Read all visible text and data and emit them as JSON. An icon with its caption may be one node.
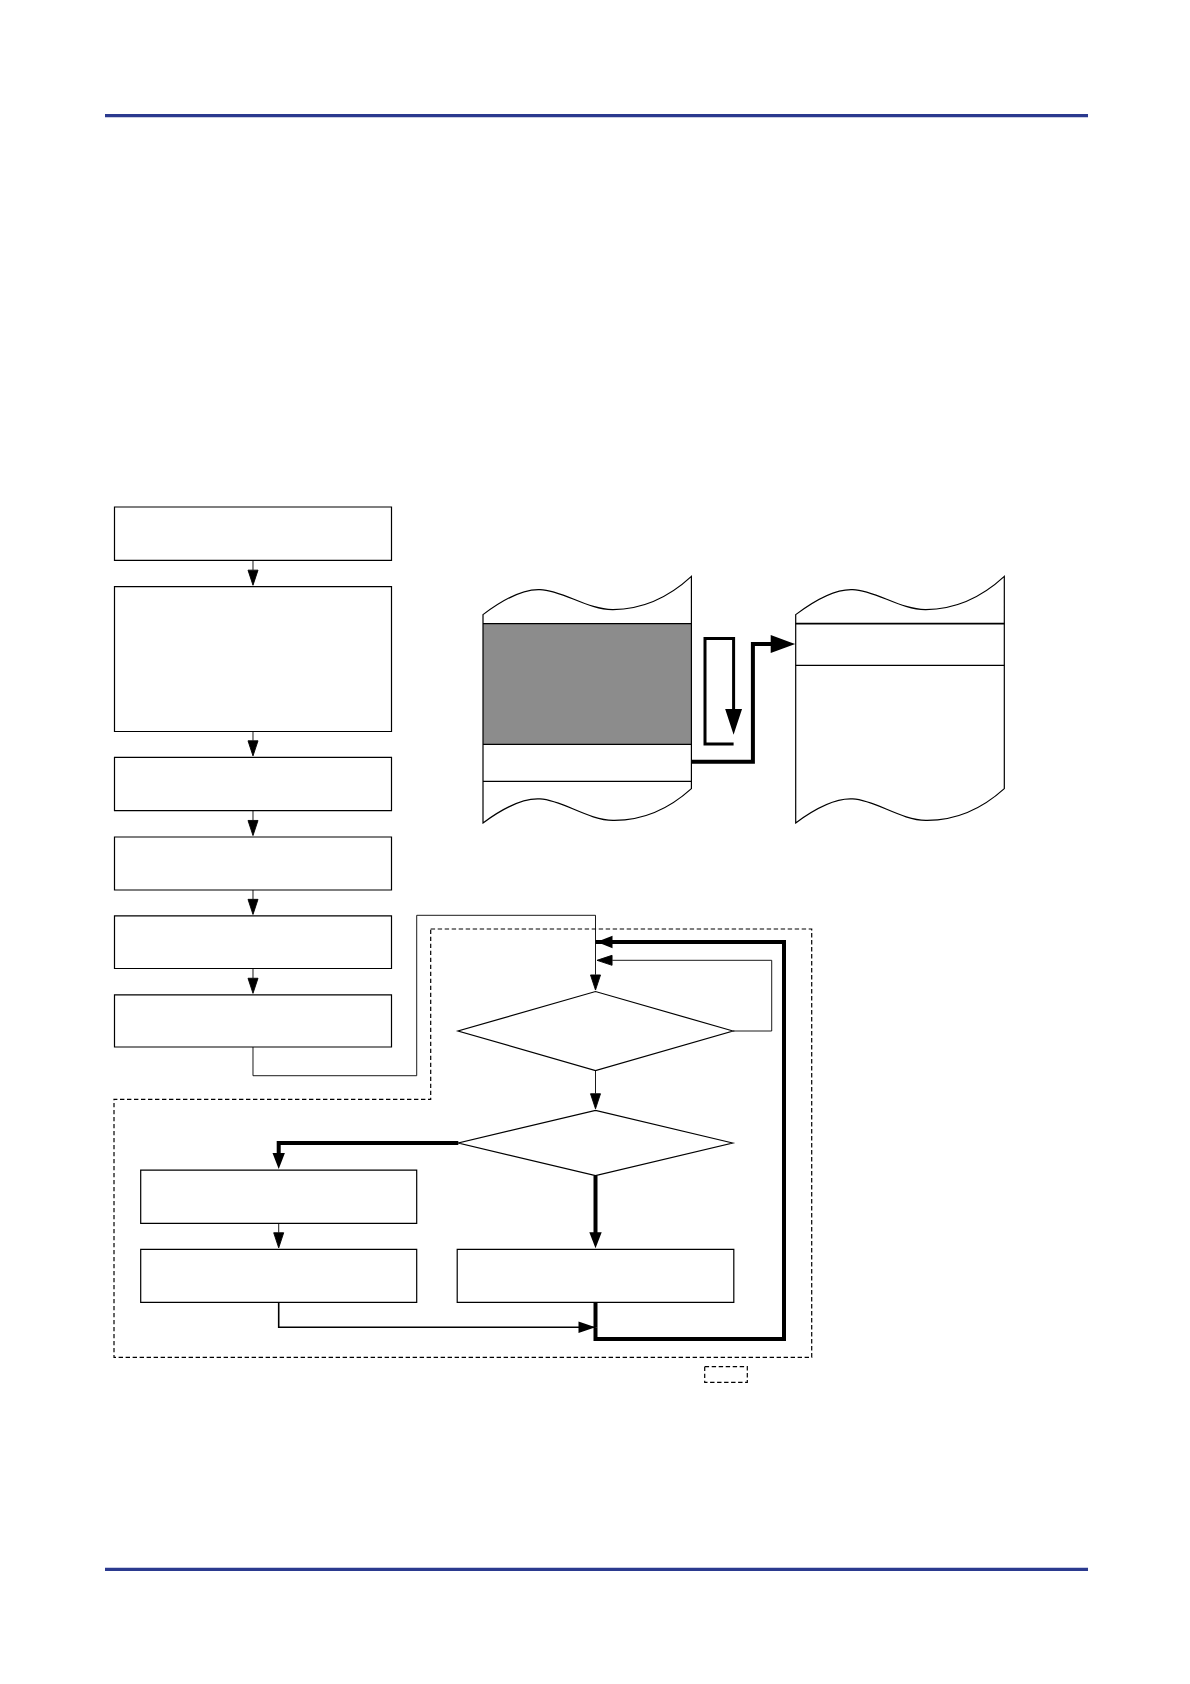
{
  "diagram": {
    "nodes": [
      {
        "text": [],
        "shape": "box"
      },
      {
        "text": [],
        "shape": "box"
      },
      {
        "text": [],
        "shape": "box"
      },
      {
        "text": [],
        "shape": "box"
      },
      {
        "text": [],
        "shape": "box"
      },
      {
        "text": [],
        "shape": "box"
      },
      {
        "text": [],
        "shape": "box"
      },
      {
        "text": [],
        "shape": "box"
      },
      {
        "text": [],
        "shape": "diamond"
      },
      {
        "text": [],
        "shape": "diamond"
      },
      {
        "text": [],
        "shape": "box"
      },
      {
        "text": [],
        "shape": "box"
      },
      {
        "text": [],
        "shape": "box"
      }
    ],
    "edges": [
      {
        "from": 0,
        "to": 1,
        "arrow": "to"
      },
      {
        "from": 1,
        "to": 2,
        "arrow": "to"
      },
      {
        "from": 2,
        "to": 3,
        "arrow": "to"
      },
      {
        "from": 3,
        "to": 4,
        "arrow": "to"
      },
      {
        "from": 4,
        "to": 5,
        "arrow": "to"
      },
      {
        "from": 6,
        "to": 7,
        "arrow": "to",
        "style": "thick"
      },
      {
        "from": 5,
        "to": 8,
        "arrow": "to"
      },
      {
        "from": 8,
        "to": 8,
        "arrow": "to"
      },
      {
        "from": 8,
        "to": 9,
        "arrow": "to"
      },
      {
        "from": 9,
        "to": 10,
        "arrow": "to",
        "style": "thick"
      },
      {
        "from": 9,
        "to": 12,
        "arrow": "to",
        "style": "thick"
      },
      {
        "from": 10,
        "to": 11,
        "arrow": "to"
      },
      {
        "from": 11,
        "to": 8,
        "arrow": "to",
        "style": "thick"
      },
      {
        "from": 12,
        "to": 8,
        "arrow": "to",
        "style": "thick"
      }
    ]
  }
}
